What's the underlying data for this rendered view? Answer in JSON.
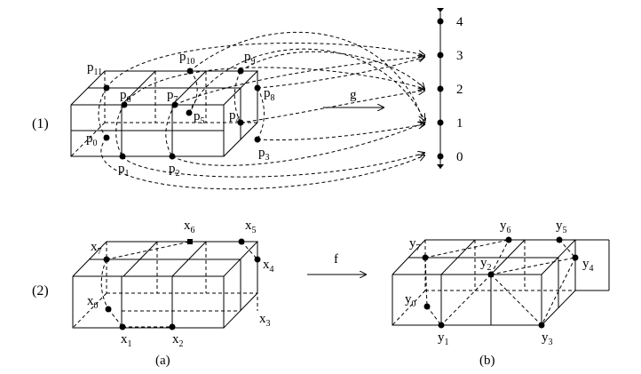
{
  "row_labels": {
    "row1": "(1)",
    "row2": "(2)"
  },
  "maps": {
    "g": "g",
    "f": "f"
  },
  "panel_labels": {
    "a": "(a)",
    "b": "(b)"
  },
  "axis": {
    "ticks": [
      "4",
      "3",
      "2",
      "1",
      "0"
    ]
  },
  "row1_points": {
    "p0": {
      "base": "p",
      "sub": "0"
    },
    "p1": {
      "base": "p",
      "sub": "1"
    },
    "p2": {
      "base": "p",
      "sub": "2"
    },
    "p3": {
      "base": "p",
      "sub": "3"
    },
    "p4": {
      "base": "p",
      "sub": "4"
    },
    "p5": {
      "base": "p",
      "sub": "5"
    },
    "p6": {
      "base": "p",
      "sub": "6"
    },
    "p7": {
      "base": "p",
      "sub": "7"
    },
    "p8": {
      "base": "p",
      "sub": "8"
    },
    "p9": {
      "base": "p",
      "sub": "9"
    },
    "p10": {
      "base": "p",
      "sub": "10"
    },
    "p11": {
      "base": "p",
      "sub": "11"
    }
  },
  "row2a_points": {
    "x0": {
      "base": "x",
      "sub": "0"
    },
    "x1": {
      "base": "x",
      "sub": "1"
    },
    "x2": {
      "base": "x",
      "sub": "2"
    },
    "x3": {
      "base": "x",
      "sub": "3"
    },
    "x4": {
      "base": "x",
      "sub": "4"
    },
    "x5": {
      "base": "x",
      "sub": "5"
    },
    "x6": {
      "base": "x",
      "sub": "6"
    },
    "x7": {
      "base": "x",
      "sub": "7"
    }
  },
  "row2b_points": {
    "y0": {
      "base": "y",
      "sub": "0"
    },
    "y1": {
      "base": "y",
      "sub": "1"
    },
    "y2": {
      "base": "y",
      "sub": "2"
    },
    "y3": {
      "base": "y",
      "sub": "3"
    },
    "y4": {
      "base": "y",
      "sub": "4"
    },
    "y5": {
      "base": "y",
      "sub": "5"
    },
    "y6": {
      "base": "y",
      "sub": "6"
    },
    "y7": {
      "base": "y",
      "sub": "7"
    }
  }
}
